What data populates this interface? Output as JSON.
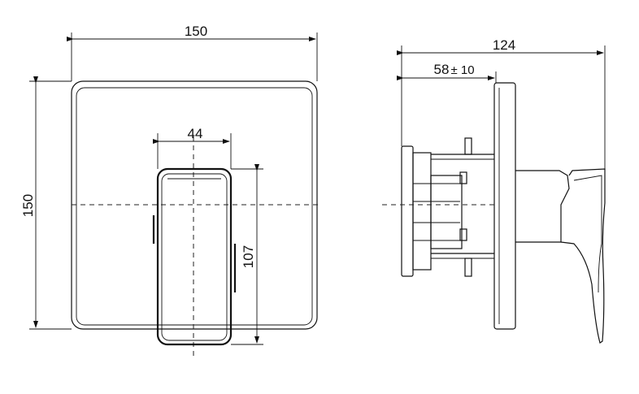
{
  "front_view": {
    "width_label": "150",
    "height_label": "150",
    "lever_width_label": "44",
    "lever_height_label": "107"
  },
  "side_view": {
    "depth_label": "124",
    "adjust_label": "58",
    "tolerance_label": "± 10"
  }
}
